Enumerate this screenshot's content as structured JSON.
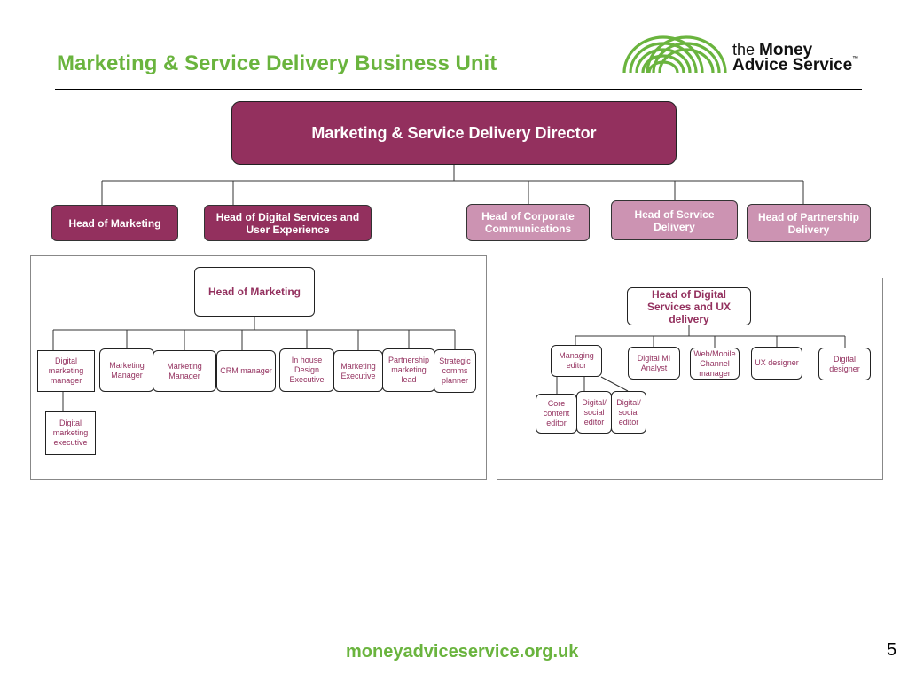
{
  "header": {
    "title": "Marketing & Service Delivery Business Unit",
    "logo_line1_pre": "the ",
    "logo_line1_bold": "Money",
    "logo_line2": "Advice Service",
    "logo_tm": "™"
  },
  "colors": {
    "brand_green": "#6ab43e",
    "brand_plum": "#93305e",
    "light_plum": "#cc93b2"
  },
  "org": {
    "director": "Marketing & Service Delivery Director",
    "heads": [
      "Head of Marketing",
      "Head of Digital Services and User Experience",
      "Head of Corporate Communications",
      "Head of Service Delivery",
      "Head of Partnership Delivery"
    ]
  },
  "marketing_panel": {
    "head": "Head of Marketing",
    "roles": [
      "Digital marketing manager",
      "Marketing Manager",
      "Marketing Manager",
      "CRM manager",
      "In house Design Executive",
      "Marketing Executive",
      "Partnership marketing lead",
      "Strategic comms planner"
    ],
    "sub_role": "Digital marketing executive"
  },
  "digital_panel": {
    "head": "Head of Digital Services and UX delivery",
    "roles": [
      "Managing editor",
      "Digital MI Analyst",
      "Web/Mobile Channel manager",
      "UX designer",
      "Digital designer"
    ],
    "editors": [
      "Core content editor",
      "Digital/ social editor",
      "Digital/ social editor"
    ]
  },
  "footer": {
    "url": "moneyadviceservice.org.uk",
    "page_number": "5"
  }
}
